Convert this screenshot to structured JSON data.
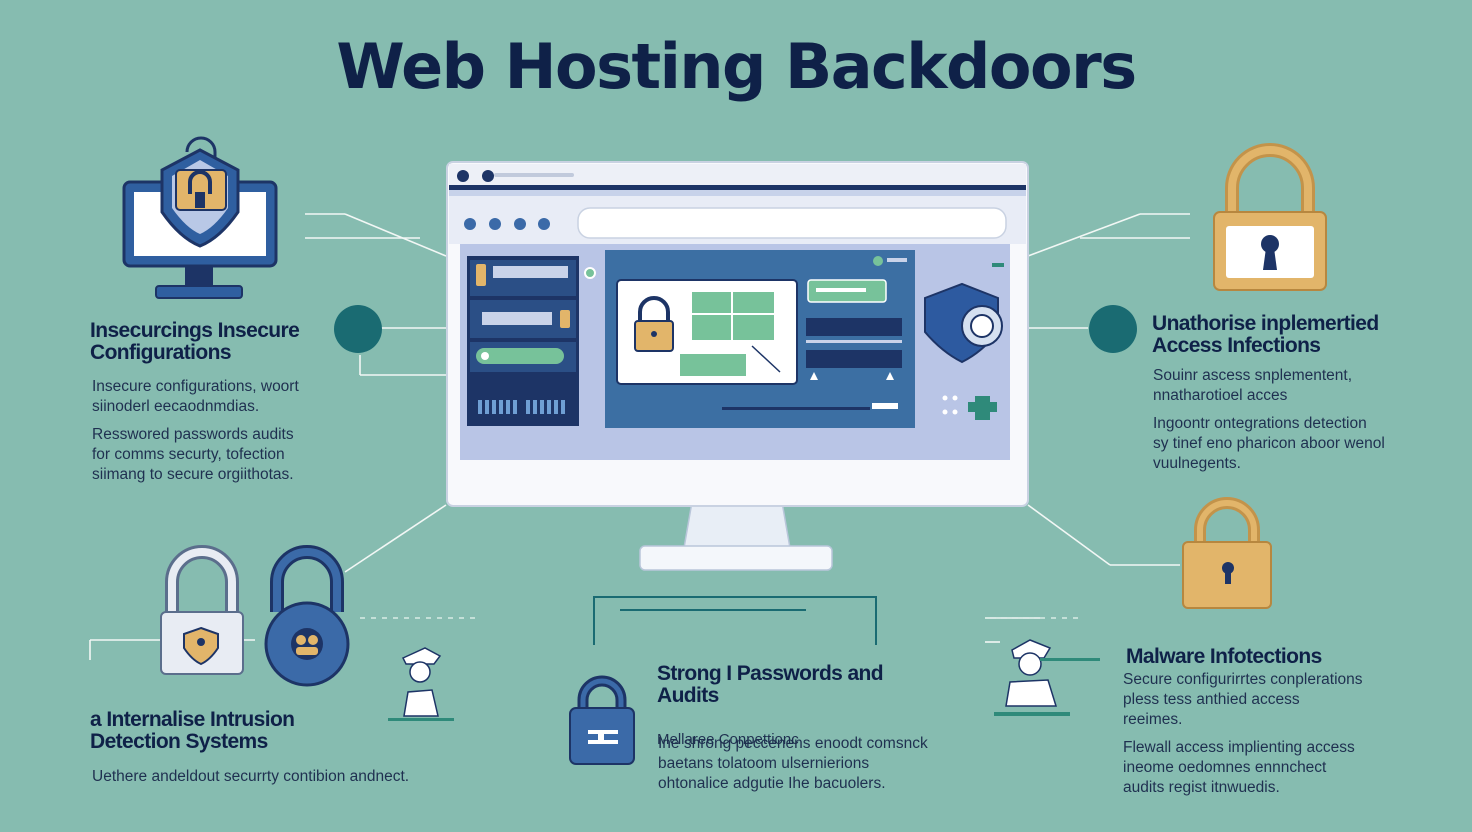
{
  "title": "Web Hosting Backdoors",
  "top_left": {
    "heading": [
      "Insecurcings Insecure",
      "Configurations"
    ],
    "paragraphs": [
      [
        "Insecure configurations, woort",
        "siinoderl eecaodnmdias."
      ],
      [
        "Resswored passwords audits",
        "for comms securty, tofection",
        "siimang to secure orgiithotas."
      ]
    ],
    "icon": "monitor-shield-lock-icon"
  },
  "top_right": {
    "heading": [
      "Unathorise inplemertied",
      "Access Infections"
    ],
    "paragraphs": [
      [
        "Souinr ascess snplementent,",
        "nnatharotioel acces"
      ],
      [
        "Ingoontr ontegrations detection",
        "sy tinef eno pharicon aboor wenol",
        "vuulnegents."
      ]
    ],
    "icon": "gold-padlock-icon"
  },
  "bottom_left": {
    "heading": [
      "a Internalise Intrusion",
      "Detection Systems"
    ],
    "paragraphs": [
      [
        "Uethere andeldout securrty contibion andnect."
      ]
    ],
    "icons": [
      "silver-padlock-icon",
      "blue-padlock-icon",
      "person-icon"
    ]
  },
  "bottom_center": {
    "heading_line1": "Strong I Passwords and",
    "heading_line2": "Audits",
    "subheading": "Mellaree Conpettionc",
    "paragraphs": [
      [
        "Ine shrong peccenens enoodt comsnck",
        "baetans tolatoom ulsernierions",
        "ohtonalice adgutie Ihe bacuolers."
      ]
    ],
    "icon": "blue-padlock-icon"
  },
  "bottom_right": {
    "heading": [
      "Malware Infotections"
    ],
    "paragraphs": [
      [
        "Secure configurirrtes conplerations",
        "pless tess anthied access",
        "reeimes."
      ],
      [
        "Flewall access implienting access",
        "ineome oedomnes ennnchect",
        "audits regist itnwuedis."
      ]
    ],
    "icons": [
      "gold-padlock-icon",
      "person-icon"
    ]
  },
  "center": {
    "icon": "browser-window-monitor-icon"
  },
  "colors": {
    "background": "#86bcb0",
    "navy": "#0f2148",
    "blue": "#2f6fa6",
    "gold": "#e2b56a",
    "teal": "#1a6b72",
    "green": "#77c29a"
  }
}
